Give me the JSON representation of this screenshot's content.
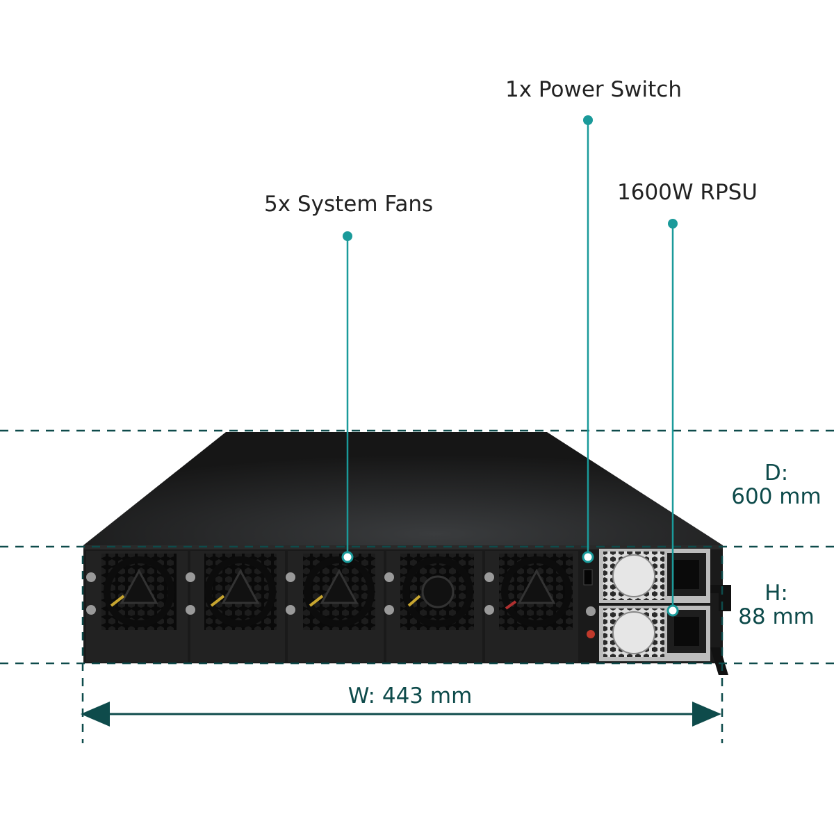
{
  "callouts": {
    "fans": "5x System Fans",
    "power_switch": "1x Power Switch",
    "rpsu": "1600W RPSU"
  },
  "dimensions": {
    "depth_label": "D:",
    "depth_value": "600 mm",
    "height_label": "H:",
    "height_value": "88 mm",
    "width": "W: 443 mm"
  },
  "colors": {
    "accent": "#1a9a9a",
    "dimension": "#0e4b4b",
    "chassis": "#1a1a1a",
    "text": "#222222"
  }
}
